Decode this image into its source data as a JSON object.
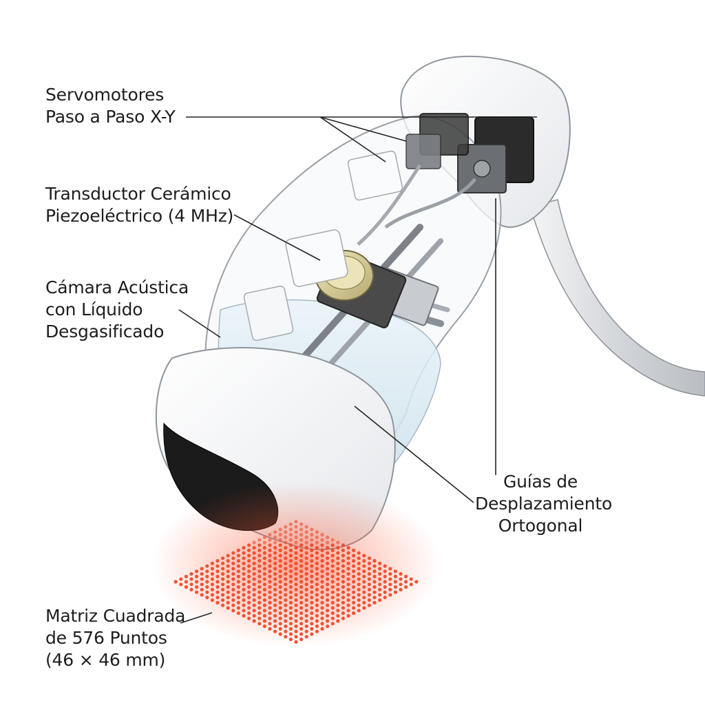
{
  "labels": {
    "servomotores": {
      "line1": "Servomotores",
      "line2": "Paso a Paso X-Y"
    },
    "transductor": {
      "line1": "Transductor Cerámico",
      "line2": "Piezoeléctrico (4 MHz)"
    },
    "camara": {
      "line1": "Cámara Acústica",
      "line2": "con Líquido",
      "line3": "Desgasificado"
    },
    "guias": {
      "line1": "Guías de",
      "line2": "Desplazamiento",
      "line3": "Ortogonal"
    },
    "matriz": {
      "line1": "Matriz Cuadrada",
      "line2": "de 576 Puntos",
      "line3": "(46 × 46 mm)"
    }
  },
  "colors": {
    "shell": "#f3f4f6",
    "shell_edge": "#9aa0a8",
    "liquid": "#d6e8f2",
    "motor": "#2b2b2b",
    "transducer": "#d9cf9a",
    "focus_dots": "#ef4a2c",
    "leader": "#222222"
  },
  "icons": [
    "ultrasound-handpiece-icon",
    "stepper-motor-icon",
    "transducer-disc-icon",
    "focal-dot-matrix-icon"
  ]
}
